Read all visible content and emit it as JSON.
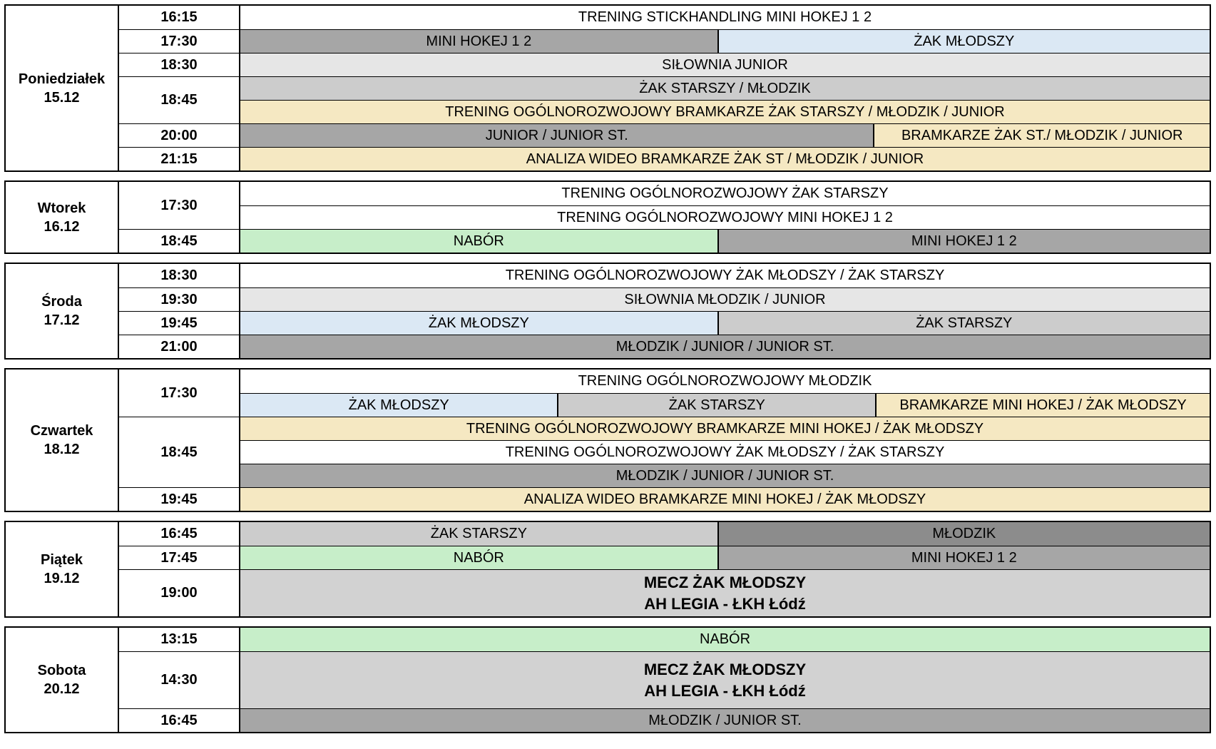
{
  "colors": {
    "white": "#ffffff",
    "gray_dark": "#8c8c8c",
    "gray_medium": "#a6a6a6",
    "gray_light": "#cccccc",
    "gray_lighter": "#e6e6e6",
    "gray_match": "#d2d2d2",
    "blue": "#dbe8f4",
    "yellow": "#f5e8c2",
    "green": "#c7eec9"
  },
  "days": [
    {
      "label": "Poniedziałek",
      "date": "15.12",
      "times": [
        {
          "label": "16:15",
          "span": 1
        },
        {
          "label": "17:30",
          "span": 1
        },
        {
          "label": "18:30",
          "span": 1
        },
        {
          "label": "18:45",
          "span": 2
        },
        {
          "label": "20:00",
          "span": 1
        },
        {
          "label": "21:15",
          "span": 1
        }
      ],
      "rows": [
        {
          "h": 33,
          "cells": [
            {
              "t": "TRENING STICKHANDLING MINI HOKEJ 1 2",
              "bg": "white",
              "w": 100
            }
          ]
        },
        {
          "h": 33,
          "cells": [
            {
              "t": "MINI HOKEJ 1 2",
              "bg": "gray_medium",
              "w": 49.2
            },
            {
              "t": "ŻAK MŁODSZY",
              "bg": "blue",
              "w": 50.8
            }
          ]
        },
        {
          "h": 33,
          "cells": [
            {
              "t": "SIŁOWNIA JUNIOR",
              "bg": "gray_lighter",
              "w": 100
            }
          ]
        },
        {
          "h": 33,
          "cells": [
            {
              "t": "ŻAK STARSZY / MŁODZIK",
              "bg": "gray_light",
              "w": 100
            }
          ]
        },
        {
          "h": 33,
          "cells": [
            {
              "t": "TRENING OGÓLNOROZWOJOWY BRAMKARZE ŻAK STARSZY / MŁODZIK / JUNIOR",
              "bg": "yellow",
              "w": 100
            }
          ]
        },
        {
          "h": 33,
          "cells": [
            {
              "t": "JUNIOR / JUNIOR ST.",
              "bg": "gray_medium",
              "w": 65.3
            },
            {
              "t": "BRAMKARZE ŻAK ST./ MŁODZIK / JUNIOR",
              "bg": "yellow",
              "w": 34.7
            }
          ]
        },
        {
          "h": 33,
          "cells": [
            {
              "t": "ANALIZA WIDEO BRAMKARZE ŻAK ST / MŁODZIK / JUNIOR",
              "bg": "yellow",
              "w": 100
            }
          ]
        }
      ]
    },
    {
      "label": "Wtorek",
      "date": "16.12",
      "times": [
        {
          "label": "17:30",
          "span": 2
        },
        {
          "label": "18:45",
          "span": 1
        }
      ],
      "rows": [
        {
          "h": 33,
          "cells": [
            {
              "t": "TRENING OGÓLNOROZWOJOWY ŻAK STARSZY",
              "bg": "white",
              "w": 100
            }
          ]
        },
        {
          "h": 33,
          "cells": [
            {
              "t": "TRENING OGÓLNOROZWOJOWY MINI HOKEJ 1 2",
              "bg": "white",
              "w": 100
            }
          ]
        },
        {
          "h": 33,
          "cells": [
            {
              "t": "NABÓR",
              "bg": "green",
              "w": 49.2
            },
            {
              "t": "MINI HOKEJ 1 2",
              "bg": "gray_medium",
              "w": 50.8
            }
          ]
        }
      ]
    },
    {
      "label": "Środa",
      "date": "17.12",
      "times": [
        {
          "label": "18:30",
          "span": 1
        },
        {
          "label": "19:30",
          "span": 1
        },
        {
          "label": "19:45",
          "span": 1
        },
        {
          "label": "21:00",
          "span": 1
        }
      ],
      "rows": [
        {
          "h": 33,
          "cells": [
            {
              "t": "TRENING OGÓLNOROZWOJOWY ŻAK MŁODSZY / ŻAK STARSZY",
              "bg": "white",
              "w": 100
            }
          ]
        },
        {
          "h": 33,
          "cells": [
            {
              "t": "SIŁOWNIA MŁODZIK / JUNIOR",
              "bg": "gray_lighter",
              "w": 100
            }
          ]
        },
        {
          "h": 33,
          "cells": [
            {
              "t": "ŻAK MŁODSZY",
              "bg": "blue",
              "w": 49.2
            },
            {
              "t": "ŻAK STARSZY",
              "bg": "gray_light",
              "w": 50.8
            }
          ]
        },
        {
          "h": 33,
          "cells": [
            {
              "t": "MŁODZIK / JUNIOR / JUNIOR ST.",
              "bg": "gray_medium",
              "w": 100
            }
          ]
        }
      ]
    },
    {
      "label": "Czwartek",
      "date": "18.12",
      "times": [
        {
          "label": "17:30",
          "span": 2
        },
        {
          "label": "18:45",
          "span": 3
        },
        {
          "label": "19:45",
          "span": 1
        }
      ],
      "rows": [
        {
          "h": 33,
          "cells": [
            {
              "t": "TRENING OGÓLNOROZWOJOWY MŁODZIK",
              "bg": "white",
              "w": 100
            }
          ]
        },
        {
          "h": 33,
          "cells": [
            {
              "t": "ŻAK MŁODSZY",
              "bg": "blue",
              "w": 32.7
            },
            {
              "t": "ŻAK STARSZY",
              "bg": "gray_light",
              "w": 32.8
            },
            {
              "t": "BRAMKARZE MINI HOKEJ / ŻAK MŁODSZY",
              "bg": "yellow",
              "w": 34.5
            }
          ]
        },
        {
          "h": 33,
          "cells": [
            {
              "t": "TRENING OGÓLNOROZWOJOWY BRAMKARZE MINI HOKEJ / ŻAK MŁODSZY",
              "bg": "yellow",
              "w": 100
            }
          ]
        },
        {
          "h": 33,
          "cells": [
            {
              "t": "TRENING OGÓLNOROZWOJOWY ŻAK MŁODSZY / ŻAK STARSZY",
              "bg": "white",
              "w": 100
            }
          ]
        },
        {
          "h": 33,
          "cells": [
            {
              "t": "MŁODZIK / JUNIOR / JUNIOR ST.",
              "bg": "gray_medium",
              "w": 100
            }
          ]
        },
        {
          "h": 33,
          "cells": [
            {
              "t": "ANALIZA WIDEO BRAMKARZE MINI HOKEJ / ŻAK MŁODSZY",
              "bg": "yellow",
              "w": 100
            }
          ]
        }
      ]
    },
    {
      "label": "Piątek",
      "date": "19.12",
      "times": [
        {
          "label": "16:45",
          "span": 1
        },
        {
          "label": "17:45",
          "span": 1
        },
        {
          "label": "19:00",
          "span": 1
        }
      ],
      "rows": [
        {
          "h": 33,
          "cells": [
            {
              "t": "ŻAK STARSZY",
              "bg": "gray_light",
              "w": 49.2
            },
            {
              "t": "MŁODZIK",
              "bg": "gray_dark",
              "w": 50.8
            }
          ]
        },
        {
          "h": 33,
          "cells": [
            {
              "t": "NABÓR",
              "bg": "green",
              "w": 49.2
            },
            {
              "t": "MINI HOKEJ 1 2",
              "bg": "gray_medium",
              "w": 50.8
            }
          ]
        },
        {
          "h": 66,
          "cells": [
            {
              "lines": [
                "MECZ ŻAK MŁODSZY",
                "AH LEGIA - ŁKH Łódź"
              ],
              "bg": "gray_match",
              "bold": true,
              "w": 100
            }
          ]
        }
      ]
    },
    {
      "label": "Sobota",
      "date": "20.12",
      "times": [
        {
          "label": "13:15",
          "span": 1
        },
        {
          "label": "14:30",
          "span": 1
        },
        {
          "label": "16:45",
          "span": 1
        }
      ],
      "rows": [
        {
          "h": 33,
          "cells": [
            {
              "t": "NABÓR",
              "bg": "green",
              "w": 100
            }
          ]
        },
        {
          "h": 80,
          "cells": [
            {
              "lines": [
                "MECZ ŻAK MŁODSZY",
                "AH LEGIA - ŁKH Łódź"
              ],
              "bg": "gray_match",
              "bold": true,
              "w": 100
            }
          ]
        },
        {
          "h": 33,
          "cells": [
            {
              "t": "MŁODZIK / JUNIOR ST.",
              "bg": "gray_medium",
              "w": 100
            }
          ]
        }
      ]
    }
  ]
}
